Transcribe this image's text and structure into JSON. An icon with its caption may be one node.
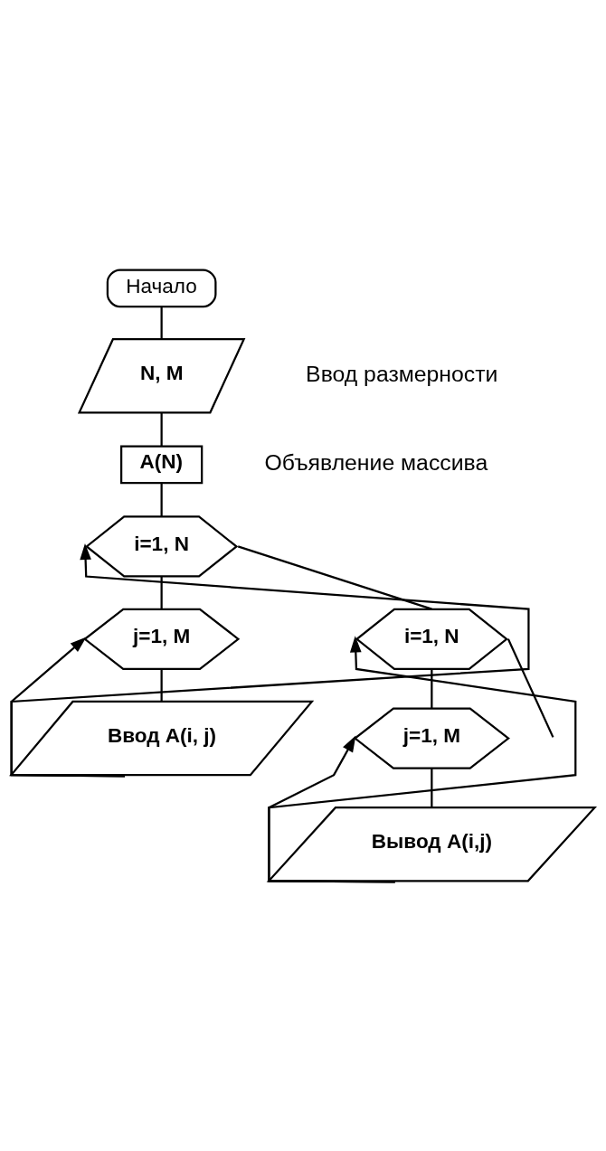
{
  "diagram": {
    "nodes": [
      {
        "text": [
          "Начало"
        ]
      },
      {
        "text": [
          "N, M"
        ],
        "beside": [
          "Ввод размерности"
        ]
      },
      {
        "text": [
          "A(N)"
        ],
        "beside": [
          "Объявление массива"
        ]
      },
      {
        "text": [
          "i=1, N"
        ]
      },
      {
        "text": [
          "j=1, M"
        ]
      },
      {
        "text": [
          "Ввод A(i, j)"
        ]
      },
      {
        "text": [
          "i=1, N"
        ]
      },
      {
        "text": [
          "j=1, M"
        ]
      },
      {
        "text": [
          "Вывод A(i,j)"
        ]
      }
    ],
    "edges": [
      {
        "from": 0,
        "to": 1,
        "arrow": "none"
      },
      {
        "from": 1,
        "to": 2,
        "arrow": "none"
      },
      {
        "from": 2,
        "to": 3,
        "arrow": "none"
      },
      {
        "from": 3,
        "to": 4,
        "arrow": "none"
      },
      {
        "from": 4,
        "to": 5,
        "arrow": "none"
      },
      {
        "from": 5,
        "to": 4,
        "arrow": "to"
      },
      {
        "from": 5,
        "to": 3,
        "arrow": "to"
      },
      {
        "from": 3,
        "to": 6,
        "arrow": "none"
      },
      {
        "from": 6,
        "to": 7,
        "arrow": "none"
      },
      {
        "from": 7,
        "to": 8,
        "arrow": "none"
      },
      {
        "from": 8,
        "to": 7,
        "arrow": "to"
      },
      {
        "from": 8,
        "to": 6,
        "arrow": "to"
      },
      {
        "from": 6,
        "to": null,
        "arrow": "none"
      }
    ]
  }
}
